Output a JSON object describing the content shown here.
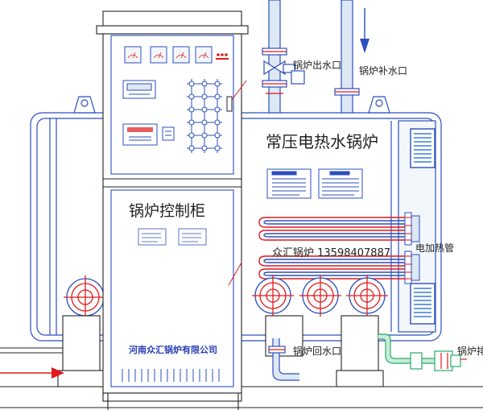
{
  "labels": {
    "boiler_title": "常压电热水锅炉",
    "cabinet_title": "锅炉控制柜",
    "manufacturer": "河南众汇锅炉有限公司",
    "phone": "众汇锅炉 13598407887",
    "outlet": "锅炉出水口",
    "makeup": "锅炉补水口",
    "heater": "电加热管",
    "return": "锅炉回水口",
    "drain": "锅炉排污"
  },
  "colors": {
    "outline": "#2b4fbf",
    "accent_red": "#e0191b",
    "pipe": "#2b4fbf",
    "drain_pipe": "#2aa86b",
    "fill_light": "#dde8f5",
    "panel_fill": "#f3f7fb",
    "grille": "#3c7fd6"
  },
  "icons": [
    "ammeter-icon",
    "voltmeter-icon",
    "flange-icon",
    "valve-icon",
    "arrow-icon"
  ]
}
